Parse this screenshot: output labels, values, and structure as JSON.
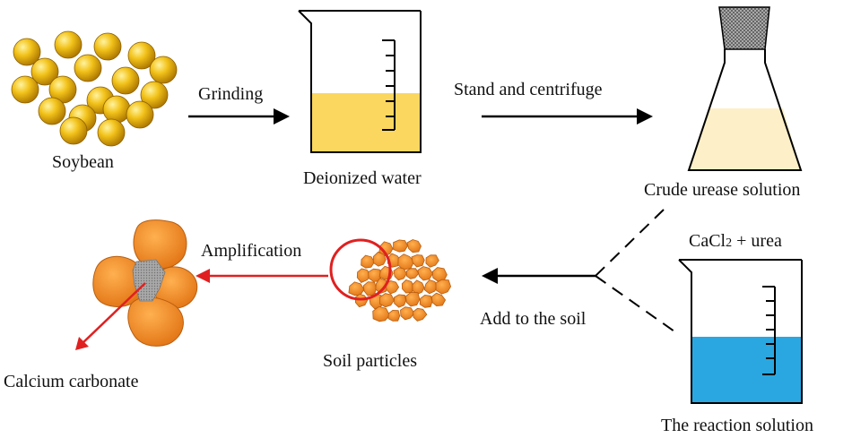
{
  "labels": {
    "soybean": "Soybean",
    "grinding": "Grinding",
    "deionized_water": "Deionized water",
    "stand_centrifuge": "Stand and centrifuge",
    "crude_urease": "Crude urease solution",
    "cacl2_prefix": "CaCl",
    "cacl2_sub": "2",
    "cacl2_suffix": " + urea",
    "reaction_solution": "The reaction solution",
    "add_to_soil": "Add to the soil",
    "soil_particles": "Soil particles",
    "amplification": "Amplification",
    "calcium_carbonate": "Calcium carbonate"
  },
  "colors": {
    "soybean": "#e8b00a",
    "water_yellow": "#fbd760",
    "crude_solution": "#fdf0c8",
    "reaction_blue": "#2aa7e0",
    "soil_orange": "#f08a20",
    "highlight_red": "#e02020",
    "calcite_gray": "#9a9a9a"
  }
}
